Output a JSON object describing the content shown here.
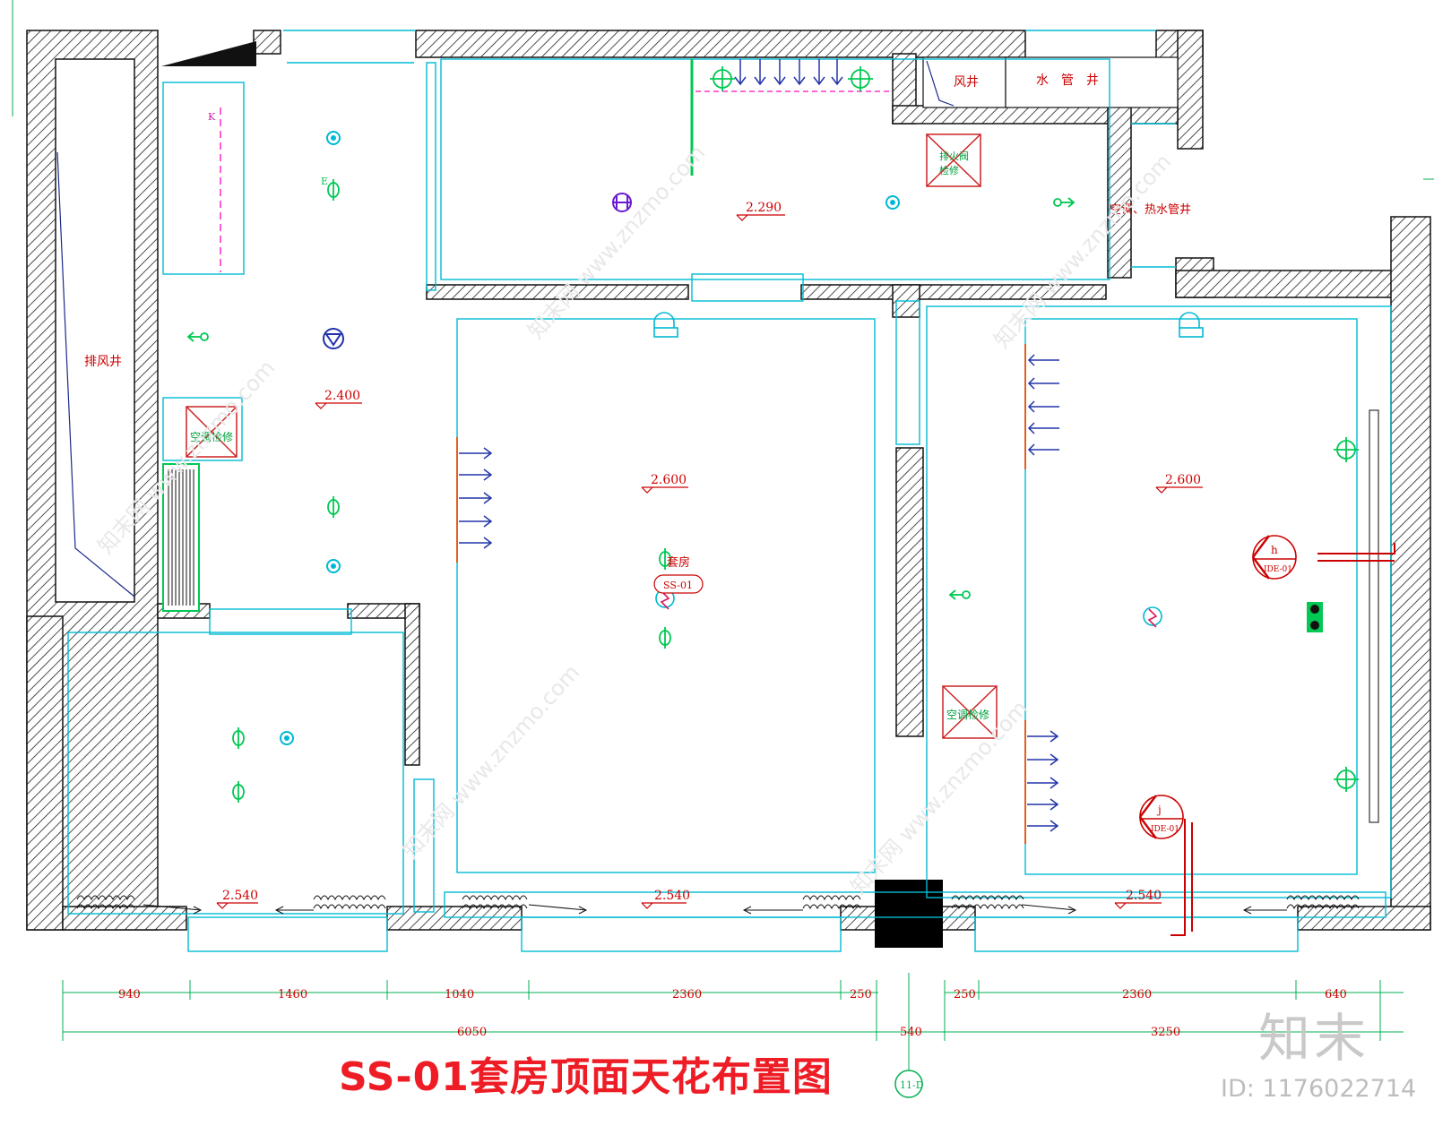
{
  "title": "SS-01套房顶面天花布置图",
  "axis_bubble": "11-D",
  "brand": {
    "name": "知末",
    "id": "ID: 1176022714",
    "watermark": "知末网 www.znzmo.com"
  },
  "rooms": {
    "exhaust_shaft": "排风井",
    "air_shaft": "风井",
    "water_pipe_shaft": "水　管　井",
    "ac_hot_water_shaft": "空调、热水管井",
    "suite_name": "套房",
    "suite_code": "SS-01",
    "k_mark": "K",
    "e_mark": "E"
  },
  "access_panels": {
    "fire_valve": "排火阀\n检修",
    "ac_left": "空调检修",
    "ac_right": "空调检修"
  },
  "ceiling_levels": {
    "bath": "2.290",
    "corridor": "2.400",
    "bedroom": "2.600",
    "living": "2.600",
    "window_left": "2.540",
    "window_mid": "2.540",
    "window_right": "2.540"
  },
  "detail_marks": [
    {
      "letter": "h",
      "sheet": "IDE-01"
    },
    {
      "letter": "j",
      "sheet": "IDE-01"
    }
  ],
  "dimensions": {
    "row1": [
      "940",
      "1460",
      "1040",
      "2360",
      "250",
      "250",
      "2360",
      "640"
    ],
    "row2": [
      "6050",
      "540",
      "3250"
    ]
  },
  "colors": {
    "wall_hatch": "#222222",
    "ceiling_outline": "#00bcd4",
    "light": "#00c853",
    "downlight": "#00b8d4",
    "diffuser": "#2233aa",
    "level_text": "#cc0000",
    "title": "#ee1c25",
    "dimension": "#00b050"
  }
}
